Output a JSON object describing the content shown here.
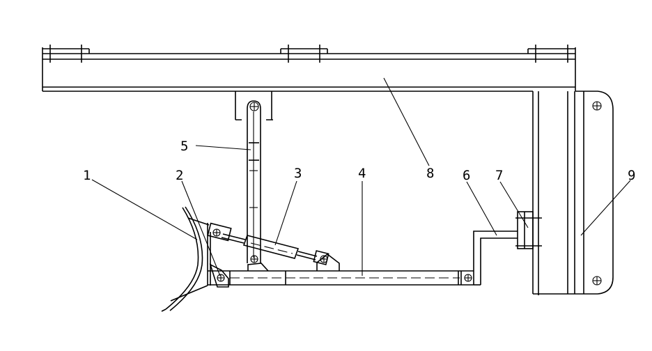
{
  "diagram": {
    "type": "mechanical assembly drawing",
    "part_labels": [
      "1",
      "2",
      "3",
      "4",
      "5",
      "6",
      "7",
      "8",
      "9"
    ]
  }
}
